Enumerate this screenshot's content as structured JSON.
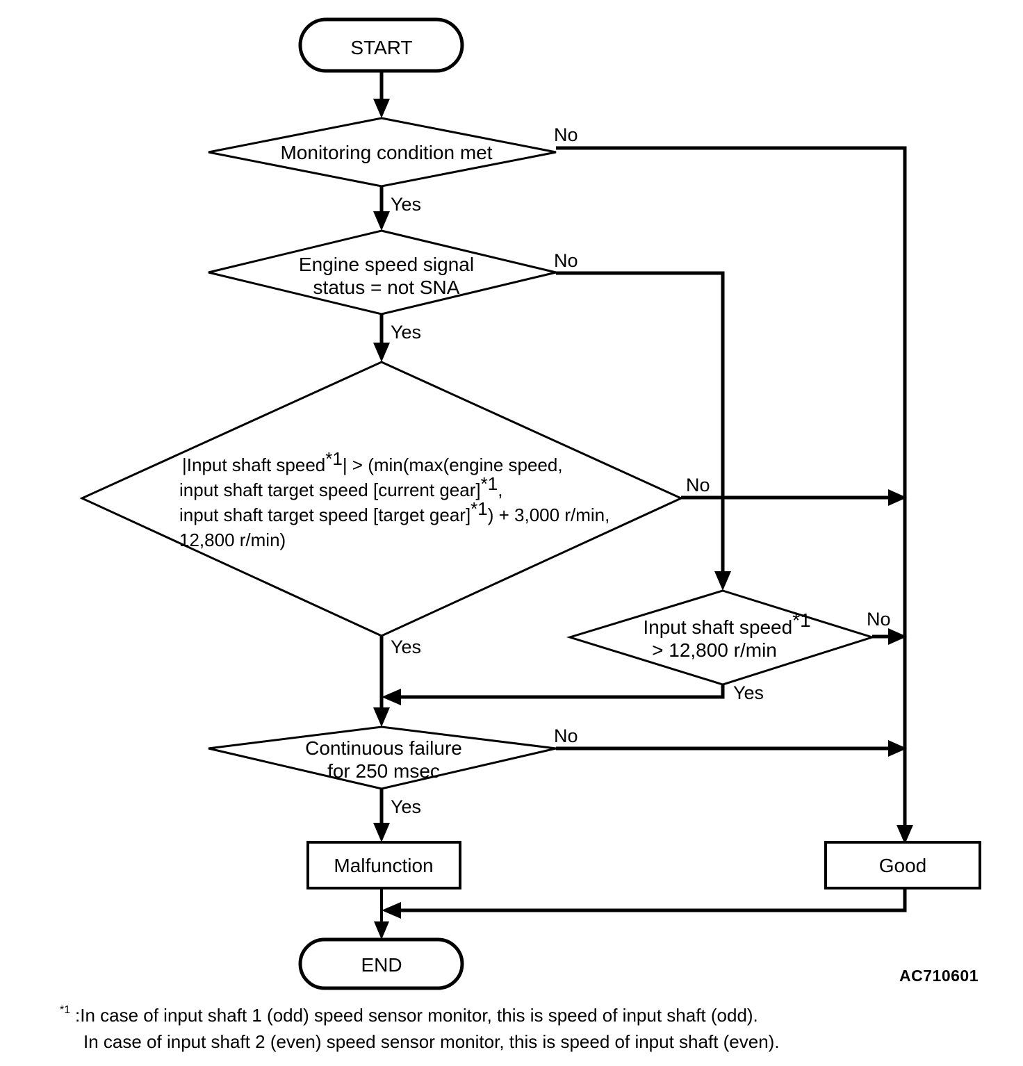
{
  "diagram": {
    "title": "Input shaft speed sensor monitor flowchart",
    "figure_code": "AC710601",
    "nodes": {
      "start": {
        "label": "START",
        "type": "terminator"
      },
      "end": {
        "label": "END",
        "type": "terminator"
      },
      "d1": {
        "label": "Monitoring condition met",
        "type": "decision"
      },
      "d2_line1": "Engine speed signal",
      "d2_line2": "status = not SNA",
      "d3_line1_a": "|Input shaft speed",
      "d3_line1_sup": "*1",
      "d3_line1_b": "| > (min(max(engine speed,",
      "d3_line2_a": "input shaft target speed [current gear]",
      "d3_line2_sup": "*1",
      "d3_line2_b": ",",
      "d3_line3_a": "input shaft target speed [target gear]",
      "d3_line3_sup": "*1",
      "d3_line3_b": ") + 3,000 r/min,",
      "d3_line4": "12,800 r/min)",
      "d4_line1_a": "Input shaft speed",
      "d4_line1_sup": "*1",
      "d4_line2": "> 12,800 r/min",
      "d5_line1": "Continuous failure",
      "d5_line2": "for 250 msec",
      "malfunction": {
        "label": "Malfunction",
        "type": "process"
      },
      "good": {
        "label": "Good",
        "type": "process"
      }
    },
    "branch_labels": {
      "d1_no": "No",
      "d1_yes": "Yes",
      "d2_no": "No",
      "d2_yes": "Yes",
      "d3_no": "No",
      "d3_yes": "Yes",
      "d4_no": "No",
      "d4_yes": "Yes",
      "d5_no": "No",
      "d5_yes": "Yes"
    },
    "footnote": {
      "marker": "*1",
      "line1": ":In case of input shaft 1 (odd) speed sensor monitor, this is speed of input shaft (odd).",
      "line2": "In case of input shaft 2 (even) speed sensor monitor, this is speed of input shaft (even)."
    },
    "colors": {
      "stroke": "#000000",
      "fill": "#ffffff",
      "text": "#000000"
    }
  }
}
